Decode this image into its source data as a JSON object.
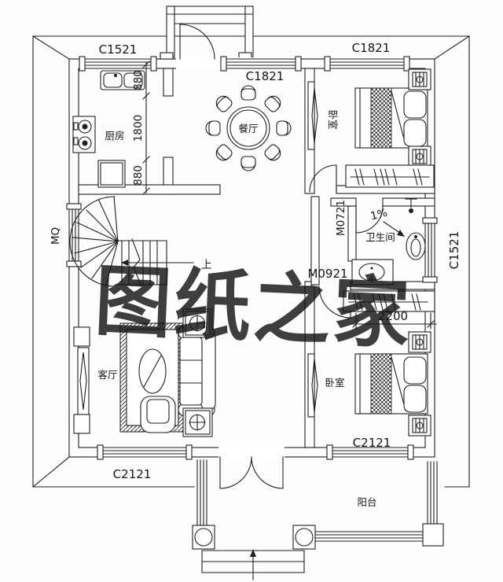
{
  "watermark": {
    "text": "图纸之家",
    "color": "#c43a36"
  },
  "rooms": {
    "kitchen": "厨房",
    "dining": "餐厅",
    "bedroom_top": "卧室",
    "bathroom": "卫生间",
    "living": "客厅",
    "bedroom_bottom": "卧室",
    "balcony": "阳台"
  },
  "windows": {
    "top_left": "C1521",
    "top_middle": "C1821",
    "top_right": "C1821",
    "left": "MQ",
    "right": "C1521",
    "bottom_living": "C2121",
    "bottom_bedroom": "C2121"
  },
  "doors": {
    "bathroom": "M0721",
    "bedroom_bottom": "M0921"
  },
  "dims": {
    "kitchen": [
      "880",
      "1800",
      "880"
    ],
    "closet": "2200",
    "slope": "1%"
  },
  "stairs": {
    "up": "上"
  },
  "colors": {
    "line": "#1f1f1f",
    "watermark": "#c43a36"
  }
}
